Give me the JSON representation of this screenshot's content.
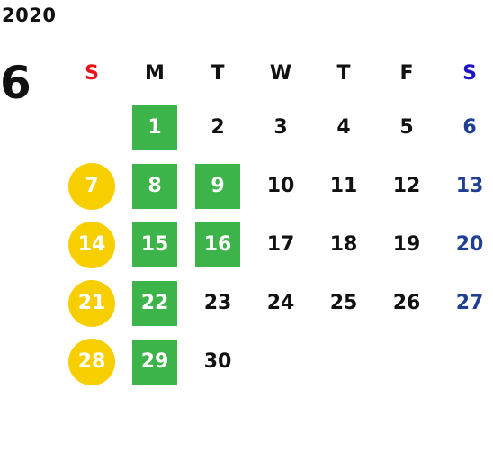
{
  "year": "2020",
  "month": "6",
  "colors": {
    "sunday_header": "#e8141b",
    "saturday_header": "#1c14c8",
    "saturday_date": "#1f3f95",
    "weekday": "#111111",
    "green_highlight": "#3cb44a",
    "yellow_highlight": "#f7cf00"
  },
  "weekdays": [
    "S",
    "M",
    "T",
    "W",
    "T",
    "F",
    "S"
  ],
  "weeks": [
    [
      null,
      {
        "d": "1",
        "hl": "green"
      },
      {
        "d": "2"
      },
      {
        "d": "3"
      },
      {
        "d": "4"
      },
      {
        "d": "5"
      },
      {
        "d": "6"
      }
    ],
    [
      {
        "d": "7",
        "hl": "yellow"
      },
      {
        "d": "8",
        "hl": "green"
      },
      {
        "d": "9",
        "hl": "green"
      },
      {
        "d": "10"
      },
      {
        "d": "11"
      },
      {
        "d": "12"
      },
      {
        "d": "13"
      }
    ],
    [
      {
        "d": "14",
        "hl": "yellow"
      },
      {
        "d": "15",
        "hl": "green"
      },
      {
        "d": "16",
        "hl": "green"
      },
      {
        "d": "17"
      },
      {
        "d": "18"
      },
      {
        "d": "19"
      },
      {
        "d": "20"
      }
    ],
    [
      {
        "d": "21",
        "hl": "yellow"
      },
      {
        "d": "22",
        "hl": "green"
      },
      {
        "d": "23"
      },
      {
        "d": "24"
      },
      {
        "d": "25"
      },
      {
        "d": "26"
      },
      {
        "d": "27"
      }
    ],
    [
      {
        "d": "28",
        "hl": "yellow"
      },
      {
        "d": "29",
        "hl": "green"
      },
      {
        "d": "30"
      },
      null,
      null,
      null,
      null
    ]
  ]
}
